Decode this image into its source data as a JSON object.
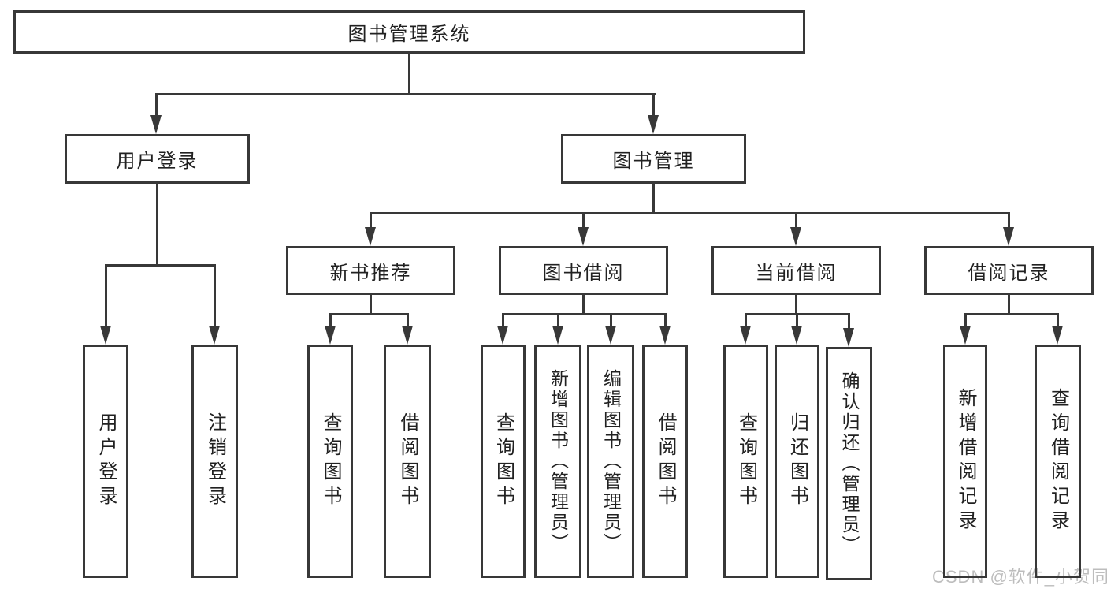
{
  "diagram": {
    "type": "hierarchy-tree",
    "watermark": "CSDN @软件_小贺同学",
    "colors": {
      "line": "#383838",
      "node_border": "#383838",
      "text": "#212121",
      "watermark": "#bdbdbd",
      "background": "#ffffff"
    }
  },
  "tree": {
    "label": "图书管理系统",
    "children": [
      {
        "label": "用户登录",
        "children": [
          {
            "label": "用户登录"
          },
          {
            "label": "注销登录"
          }
        ]
      },
      {
        "label": "图书管理",
        "children": [
          {
            "label": "新书推荐",
            "children": [
              {
                "label": "查询图书"
              },
              {
                "label": "借阅图书"
              }
            ]
          },
          {
            "label": "图书借阅",
            "children": [
              {
                "label": "查询图书"
              },
              {
                "label": "新增图书（管理员）"
              },
              {
                "label": "编辑图书（管理员）"
              },
              {
                "label": "借阅图书"
              }
            ]
          },
          {
            "label": "当前借阅",
            "children": [
              {
                "label": "查询图书"
              },
              {
                "label": "归还图书"
              },
              {
                "label": "确认归还（管理员）"
              }
            ]
          },
          {
            "label": "借阅记录",
            "children": [
              {
                "label": "新增借阅记录"
              },
              {
                "label": "查询借阅记录"
              }
            ]
          }
        ]
      }
    ]
  }
}
